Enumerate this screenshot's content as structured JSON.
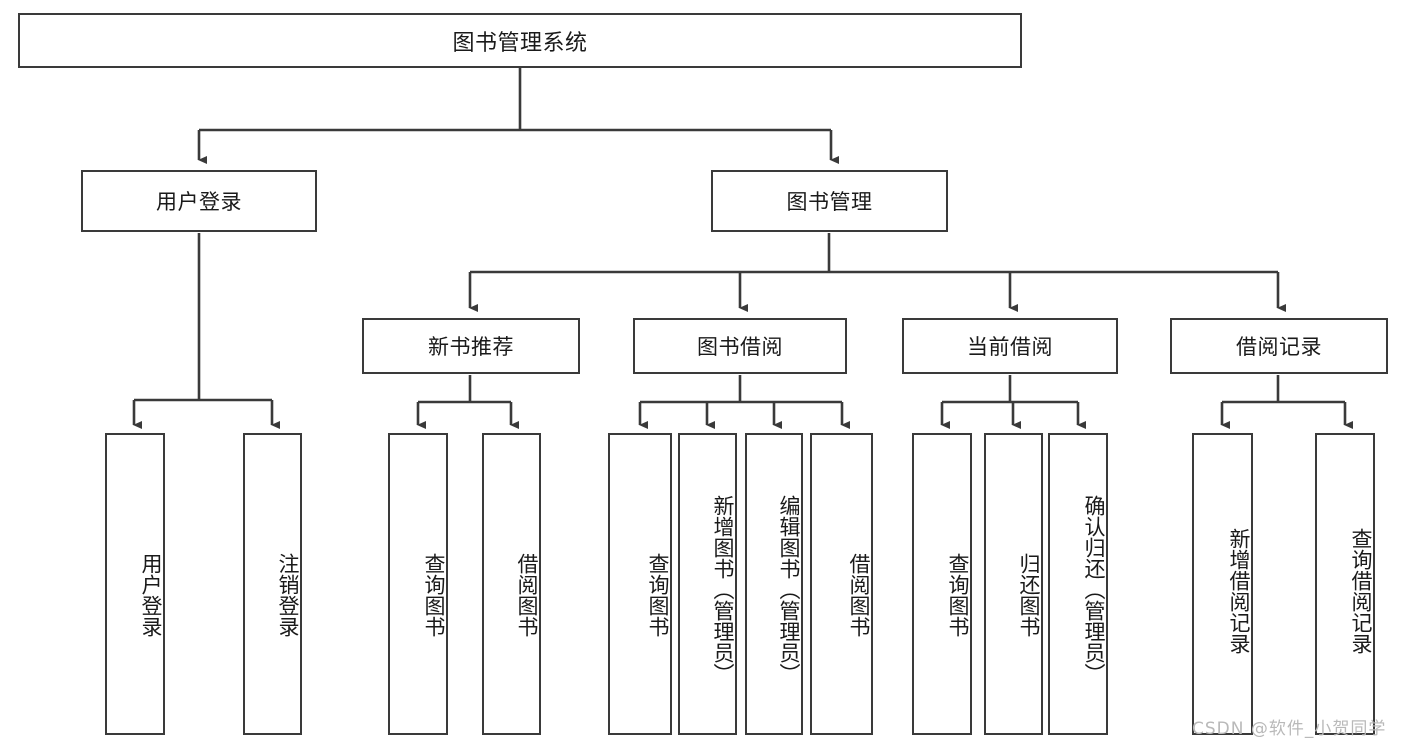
{
  "diagram": {
    "title": "图书管理系统",
    "watermark": "CSDN @软件_小贺同学",
    "line_color": "#3a3a3a",
    "box_fill": "#ffffff",
    "text_color": "#1a1a1a",
    "nodes": {
      "root": "图书管理系统",
      "level2": {
        "user_login": "用户登录",
        "book_manage": "图书管理"
      },
      "level3": {
        "new_book_recommend": "新书推荐",
        "book_borrow": "图书借阅",
        "current_borrow": "当前借阅",
        "borrow_record": "借阅记录"
      },
      "leaves": {
        "user_login_1": "用户登录",
        "user_login_2": "注销登录",
        "recommend_1": "查询图书",
        "recommend_2": "借阅图书",
        "borrow_1": "查询图书",
        "borrow_2": "新增图书（管理员）",
        "borrow_3": "编辑图书（管理员）",
        "borrow_4": "借阅图书",
        "current_1": "查询图书",
        "current_2": "归还图书",
        "current_3": "确认归还（管理员）",
        "record_1": "新增借阅记录",
        "record_2": "查询借阅记录"
      }
    }
  }
}
